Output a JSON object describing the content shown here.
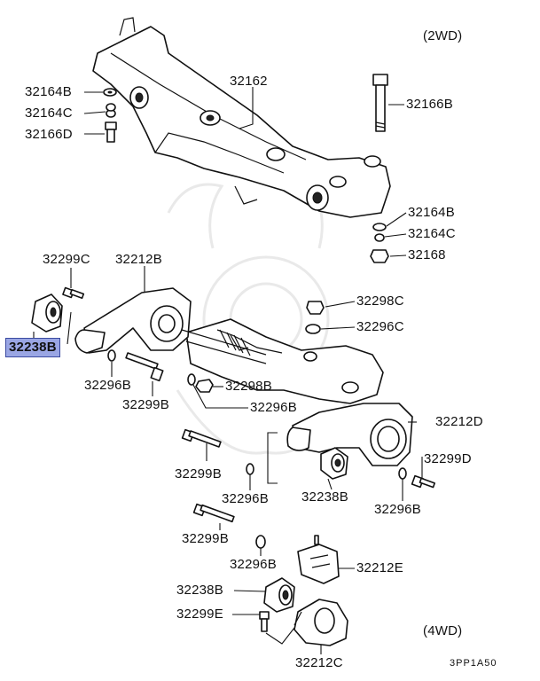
{
  "variants": {
    "top": "(2WD)",
    "bottom": "(4WD)"
  },
  "footer_code": "3PP1A50",
  "labels": {
    "p32164B_top": "32164B",
    "p32164C_top": "32164C",
    "p32166D": "32166D",
    "p32162": "32162",
    "p32166B": "32166B",
    "p32164B_right": "32164B",
    "p32164C_right": "32164C",
    "p32168": "32168",
    "p32299C": "32299C",
    "p32212B": "32212B",
    "p32298C": "32298C",
    "p32296C": "32296C",
    "p32238B_selected": "32238B",
    "p32296B_a": "32296B",
    "p32298B": "32298B",
    "p32299B_a": "32299B",
    "p32296B_b": "32296B",
    "p32212D": "32212D",
    "p32299B_b": "32299B",
    "p32299D": "32299D",
    "p32296B_c": "32296B",
    "p32238B_b": "32238B",
    "p32296B_d": "32296B",
    "p32299B_c": "32299B",
    "p32296B_e": "32296B",
    "p32212E": "32212E",
    "p32238B_c": "32238B",
    "p32299E": "32299E",
    "p32212C": "32212C"
  },
  "colors": {
    "highlight_fill": "#9aa6e4",
    "highlight_border": "#3b4aa0",
    "ink": "#111111"
  }
}
